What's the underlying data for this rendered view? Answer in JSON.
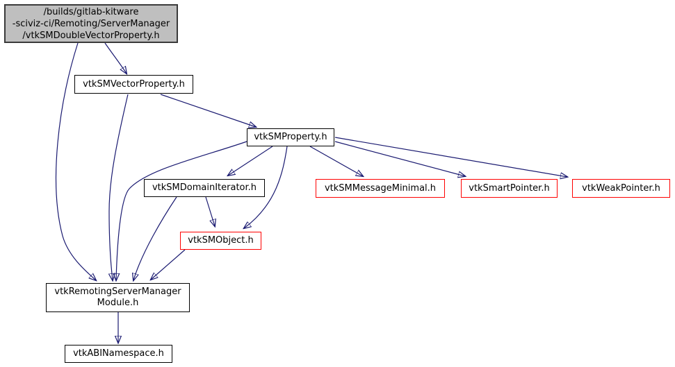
{
  "colors": {
    "edge": "#191970",
    "node_border": "#000000",
    "truncated_node_border": "#ff0000",
    "root_node_fill": "#bfbfbf",
    "node_fill": "#ffffff",
    "text": "#000000",
    "background": "#ffffff"
  },
  "nodes": {
    "root": {
      "lines": [
        "/builds/gitlab-kitware",
        "-sciviz-ci/Remoting/ServerManager",
        "/vtkSMDoubleVectorProperty.h"
      ],
      "style": "current-file"
    },
    "vtksmvectorproperty": {
      "label": "vtkSMVectorProperty.h",
      "style": "normal"
    },
    "vtksmproperty": {
      "label": "vtkSMProperty.h",
      "style": "normal"
    },
    "vtksmdomainiterator": {
      "label": "vtkSMDomainIterator.h",
      "style": "normal"
    },
    "vtksmmessageminimal": {
      "label": "vtkSMMessageMinimal.h",
      "style": "truncated"
    },
    "vtksmartpointer": {
      "label": "vtkSmartPointer.h",
      "style": "truncated"
    },
    "vtkweakpointer": {
      "label": "vtkWeakPointer.h",
      "style": "truncated"
    },
    "vtksmobject": {
      "label": "vtkSMObject.h",
      "style": "truncated"
    },
    "vtkremotingservermanagermodule": {
      "lines": [
        "vtkRemotingServerManager",
        "Module.h"
      ],
      "style": "normal"
    },
    "vtkabinamespace": {
      "label": "vtkABINamespace.h",
      "style": "normal"
    }
  },
  "edges": [
    {
      "from": "/vtkSMDoubleVectorProperty.h",
      "to": "vtkSMVectorProperty.h"
    },
    {
      "from": "/vtkSMDoubleVectorProperty.h",
      "to": "vtkRemotingServerManagerModule.h"
    },
    {
      "from": "vtkSMVectorProperty.h",
      "to": "vtkSMProperty.h"
    },
    {
      "from": "vtkSMVectorProperty.h",
      "to": "vtkRemotingServerManagerModule.h"
    },
    {
      "from": "vtkSMProperty.h",
      "to": "vtkSMDomainIterator.h"
    },
    {
      "from": "vtkSMProperty.h",
      "to": "vtkSMMessageMinimal.h"
    },
    {
      "from": "vtkSMProperty.h",
      "to": "vtkSmartPointer.h"
    },
    {
      "from": "vtkSMProperty.h",
      "to": "vtkWeakPointer.h"
    },
    {
      "from": "vtkSMProperty.h",
      "to": "vtkSMObject.h"
    },
    {
      "from": "vtkSMProperty.h",
      "to": "vtkRemotingServerManagerModule.h"
    },
    {
      "from": "vtkSMDomainIterator.h",
      "to": "vtkSMObject.h"
    },
    {
      "from": "vtkSMDomainIterator.h",
      "to": "vtkRemotingServerManagerModule.h"
    },
    {
      "from": "vtkSMObject.h",
      "to": "vtkRemotingServerManagerModule.h"
    },
    {
      "from": "vtkRemotingServerManagerModule.h",
      "to": "vtkABINamespace.h"
    }
  ]
}
